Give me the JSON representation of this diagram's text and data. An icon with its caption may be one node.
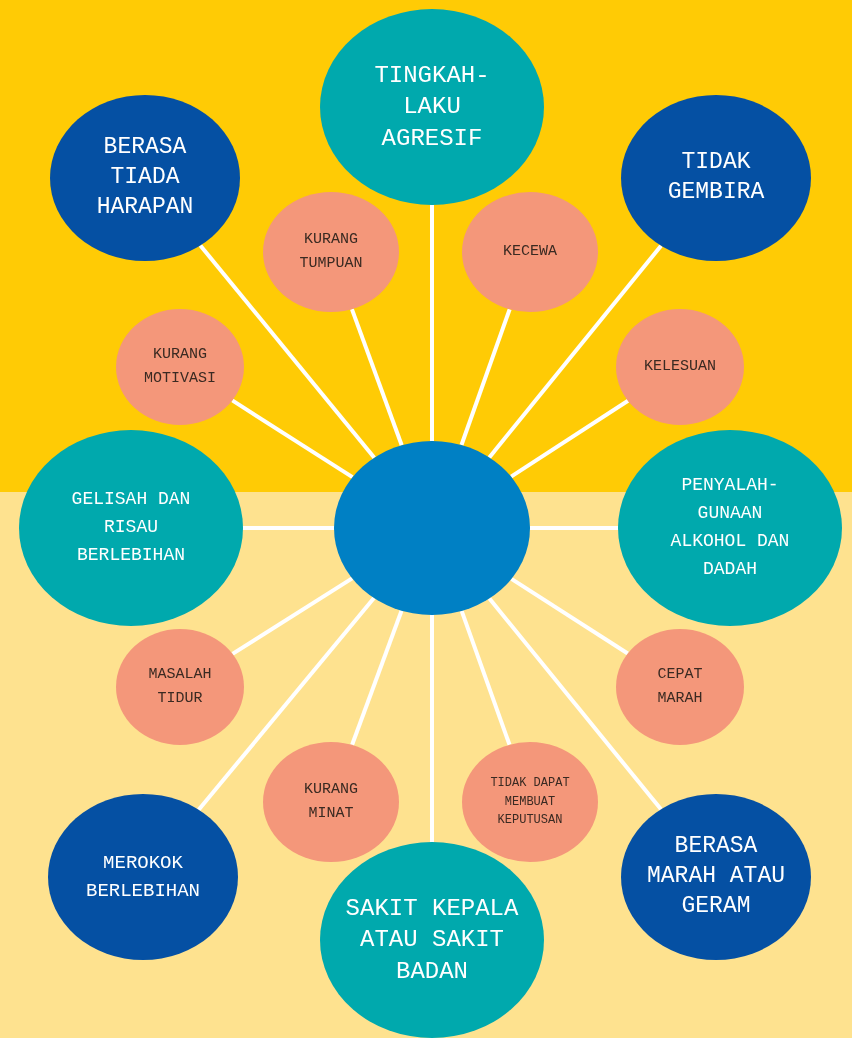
{
  "diagram": {
    "nodes": [
      {
        "text": [],
        "shape": "circle"
      },
      {
        "text": [
          "TINGKAH-LAKU AGRESIF"
        ]
      },
      {
        "text": [
          "BERASA TIADA HARAPAN"
        ]
      },
      {
        "text": [
          "TIDAK GEMBIRA"
        ]
      },
      {
        "text": [
          "KURANG TUMPUAN"
        ]
      },
      {
        "text": [
          "KECEWA"
        ]
      },
      {
        "text": [
          "KURANG MOTIVASI"
        ]
      },
      {
        "text": [
          "KELESUAN"
        ]
      },
      {
        "text": [
          "GELISAH DAN RISAU BERLEBIHAN"
        ]
      },
      {
        "text": [
          "PENYALAH-GUNAAN ALKOHOL DAN DADAH"
        ]
      },
      {
        "text": [
          "MASALAH TIDUR"
        ]
      },
      {
        "text": [
          "CEPAT MARAH"
        ]
      },
      {
        "text": [
          "KURANG MINAT"
        ]
      },
      {
        "text": [
          "TIDAK DAPAT MEMBUAT KEPUTUSAN"
        ]
      },
      {
        "text": [
          "MEROKOK BERLEBIHAN"
        ]
      },
      {
        "text": [
          "SAKIT KEPALA ATAU SAKIT BADAN"
        ]
      },
      {
        "text": [
          "BERASA MARAH ATAU GERAM"
        ]
      }
    ],
    "edges": [
      {
        "from": 0,
        "to": 1,
        "arrow": "none"
      },
      {
        "from": 0,
        "to": 2,
        "arrow": "none"
      },
      {
        "from": 0,
        "to": 3,
        "arrow": "none"
      },
      {
        "from": 0,
        "to": 4,
        "arrow": "none"
      },
      {
        "from": 0,
        "to": 5,
        "arrow": "none"
      },
      {
        "from": 0,
        "to": 6,
        "arrow": "none"
      },
      {
        "from": 0,
        "to": 7,
        "arrow": "none"
      },
      {
        "from": 0,
        "to": 8,
        "arrow": "none"
      },
      {
        "from": 0,
        "to": 9,
        "arrow": "none"
      },
      {
        "from": 0,
        "to": 10,
        "arrow": "none"
      },
      {
        "from": 0,
        "to": 11,
        "arrow": "none"
      },
      {
        "from": 0,
        "to": 12,
        "arrow": "none"
      },
      {
        "from": 0,
        "to": 13,
        "arrow": "none"
      },
      {
        "from": 0,
        "to": 14,
        "arrow": "none"
      },
      {
        "from": 0,
        "to": 15,
        "arrow": "none"
      },
      {
        "from": 0,
        "to": 16,
        "arrow": "none"
      }
    ]
  }
}
